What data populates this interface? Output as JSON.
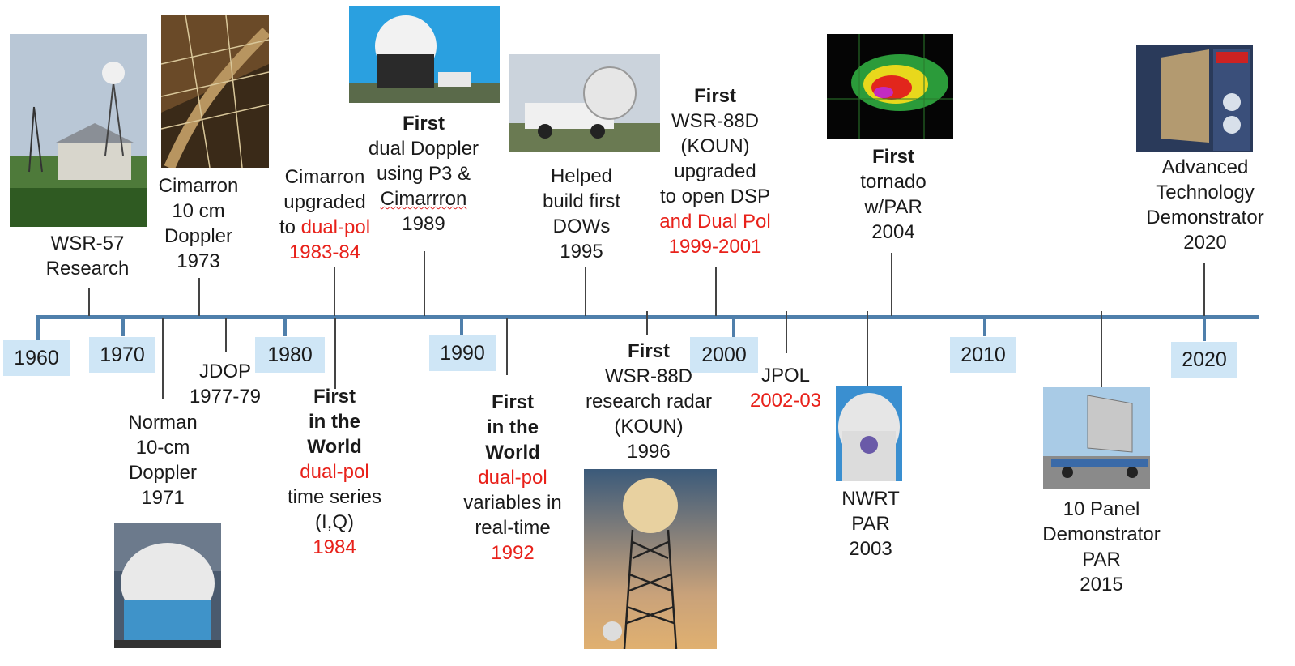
{
  "years": [
    "1960",
    "1970",
    "1980",
    "1990",
    "2000",
    "2010",
    "2020"
  ],
  "events": {
    "wsr57": {
      "l1": "WSR-57",
      "l2": "Research"
    },
    "cimarron": {
      "l1": "Cimarron",
      "l2": "10 cm",
      "l3": "Doppler",
      "l4": "1973"
    },
    "norman": {
      "l1": "Norman",
      "l2": "10-cm",
      "l3": "Doppler",
      "l4": "1971"
    },
    "jdop": {
      "l1": "JDOP",
      "l2": "1977-79"
    },
    "cimdual": {
      "l1": "Cimarron",
      "l2": "upgraded",
      "l3a": "to ",
      "l3b": "dual-pol",
      "l4": "1983-84"
    },
    "firstworld1984": {
      "l1": "First",
      "l2": "in the",
      "l3": "World",
      "l4": "dual-pol",
      "l5": "time series",
      "l6": "(I,Q)",
      "l7": "1984"
    },
    "dualdoppler": {
      "l1": "First",
      "l2": "dual Doppler",
      "l3": "using P3 &",
      "l4": "Cimarrron",
      "l5": "1989"
    },
    "firstworld1992": {
      "l1": "First",
      "l2": "in the",
      "l3": "World",
      "l4": "dual-pol",
      "l5": "variables in",
      "l6": "real-time",
      "l7": "1992"
    },
    "dows": {
      "l1": "Helped",
      "l2": "build first",
      "l3": "DOWs",
      "l4": "1995"
    },
    "koun1996": {
      "l1": "First",
      "l2": "WSR-88D",
      "l3": "research radar",
      "l4": "(KOUN)",
      "l5": "1996"
    },
    "koundsp": {
      "l1": "First",
      "l2": "WSR-88D",
      "l3": "(KOUN)",
      "l4": "upgraded",
      "l5": "to open DSP",
      "l6": "and Dual Pol",
      "l7": "1999-2001"
    },
    "jpol": {
      "l1": "JPOL",
      "l2": "2002-03"
    },
    "nwrt": {
      "l1": "NWRT",
      "l2": "PAR",
      "l3": "2003"
    },
    "tornado": {
      "l1": "First",
      "l2": "tornado",
      "l3": "w/PAR",
      "l4": "2004"
    },
    "tenpanel": {
      "l1": "10 Panel",
      "l2": "Demonstrator",
      "l3": "PAR",
      "l4": "2015"
    },
    "atd": {
      "l1": "Advanced",
      "l2": "Technology",
      "l3": "Demonstrator",
      "l4": "2020"
    }
  },
  "colors": {
    "axis": "#4f7fab",
    "yearbox": "#cfe6f6",
    "highlight": "#e8211a"
  }
}
